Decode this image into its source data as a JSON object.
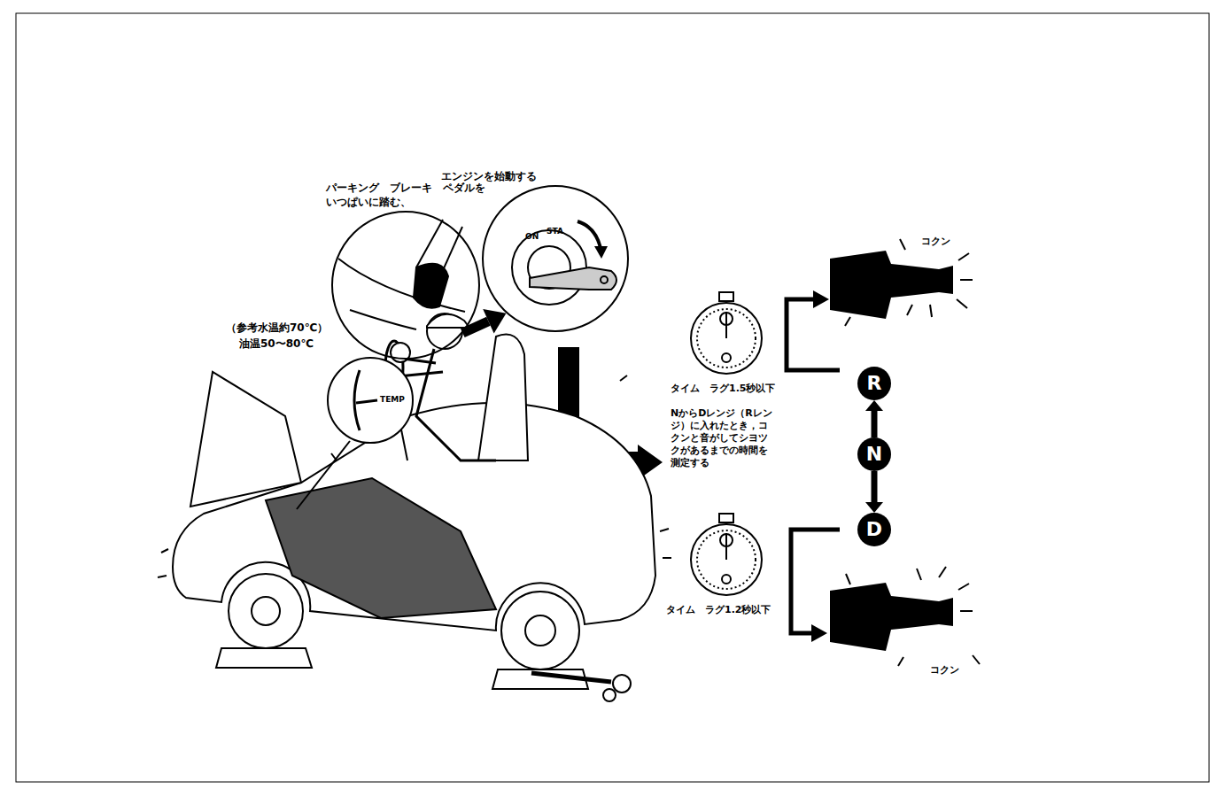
{
  "diagram": {
    "nodes": [
      {
        "text": [
          "パーキング　ブレーキ　ペダルを いつぱいに踏む、"
        ]
      },
      {
        "text": [
          "エンジンを始動する"
        ]
      },
      {
        "text": [
          "R"
        ]
      },
      {
        "text": [
          "N"
        ]
      },
      {
        "text": [
          "D"
        ]
      }
    ],
    "edges": [
      {
        "from": 0,
        "to": 1,
        "arrow": "to"
      },
      {
        "from": 3,
        "to": 2,
        "arrow": "to"
      },
      {
        "from": 3,
        "to": 4,
        "arrow": "to"
      }
    ],
    "labels": [
      "（参考水温約70℃）",
      "油温50〜80℃",
      "TEMP",
      "ON",
      "STA",
      "コクン",
      "タイム　ラグ1.5秒以下",
      "NからDレンジ（Rレンジ）に入れたとき，コクンと音がしてシヨツクがあるまでの時間を測定する",
      "タイム　ラグ1.2秒以下",
      "コクン"
    ]
  }
}
